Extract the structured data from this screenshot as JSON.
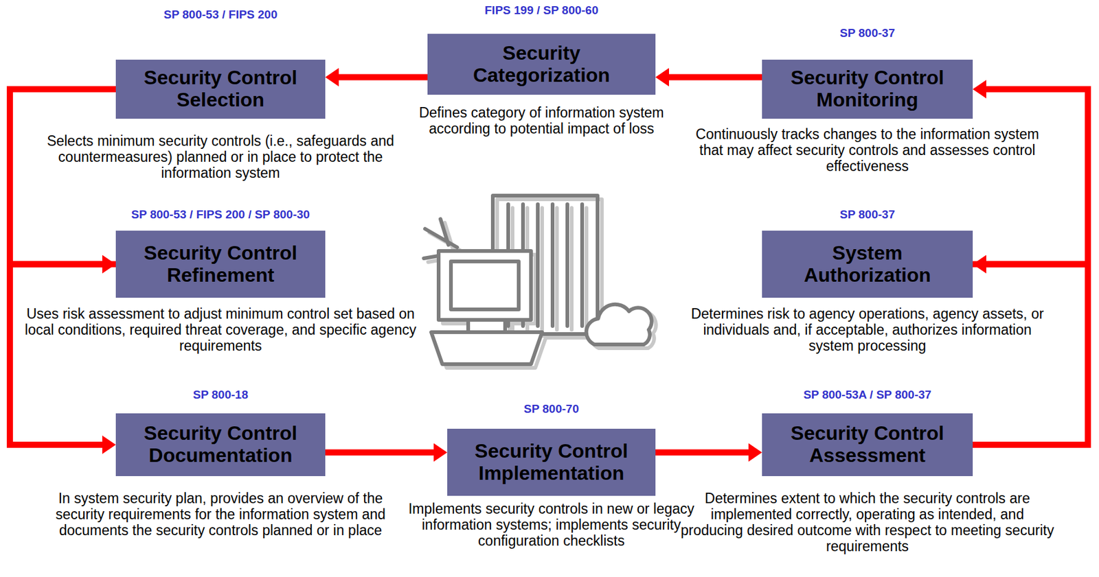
{
  "diagram": {
    "nodes": [
      {
        "text": [
          "SP 800-53 / FIPS 200",
          "Security Control Selection",
          "Selects minimum security controls (i.e., safeguards and countermeasures) planned or in place to protect the information system"
        ]
      },
      {
        "text": [
          "FIPS 199 / SP 800-60",
          "Security Categorization",
          "Defines category of information system according to potential impact of loss"
        ]
      },
      {
        "text": [
          "SP 800-37",
          "Security Control Monitoring",
          "Continuously tracks changes to the information system that may affect security controls and assesses control effectiveness"
        ]
      },
      {
        "text": [
          "SP 800-53 / FIPS 200 / SP 800-30",
          "Security Control Refinement",
          "Uses risk assessment to adjust minimum control set based on local conditions, required threat coverage, and specific agency requirements"
        ]
      },
      {
        "text": [
          "SP 800-37",
          "System Authorization",
          "Determines risk to agency operations, agency assets, or individuals and, if acceptable, authorizes information system processing"
        ]
      },
      {
        "text": [
          "SP 800-18",
          "Security Control Documentation",
          "In system security plan, provides an overview of the security requirements for the information system and documents the security controls planned or in place"
        ]
      },
      {
        "text": [
          "SP 800-70",
          "Security Control Implementation",
          "Implements security controls in new or legacy information systems; implements security configuration checklists"
        ]
      },
      {
        "text": [
          "SP 800-53A / SP 800-37",
          "Security Control Assessment",
          "Determines extent to which the security controls are implemented correctly, operating as intended, and producing desired outcome with respect to meeting security requirements"
        ]
      }
    ],
    "edges": [
      {
        "from": 1,
        "to": 0,
        "arrow": "to"
      },
      {
        "from": 0,
        "to": 3,
        "arrow": "to"
      },
      {
        "from": 3,
        "to": 5,
        "arrow": "to"
      },
      {
        "from": 5,
        "to": 6,
        "arrow": "to"
      },
      {
        "from": 6,
        "to": 7,
        "arrow": "to"
      },
      {
        "from": 7,
        "to": 4,
        "arrow": "to"
      },
      {
        "from": 4,
        "to": 2,
        "arrow": "to"
      },
      {
        "from": 2,
        "to": 1,
        "arrow": "to"
      }
    ]
  }
}
